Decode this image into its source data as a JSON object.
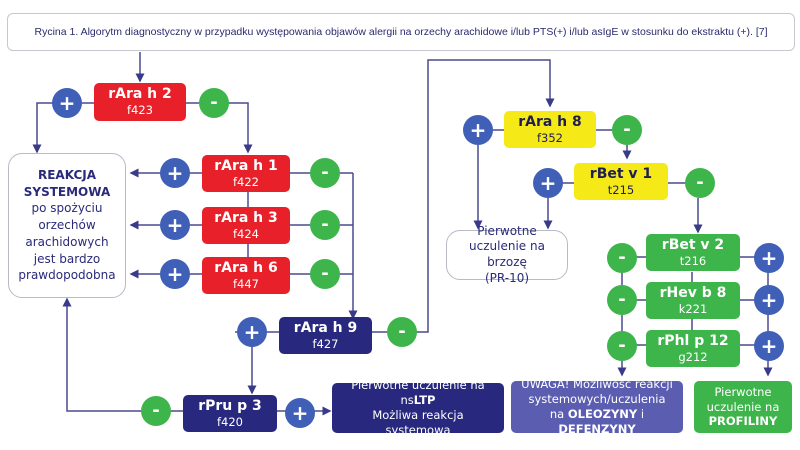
{
  "title": "Rycina 1. Algorytm diagnostyczny w przypadku występowania objawów  alergii na orzechy arachidowe  i/lub PTS(+) i/lub asIgE w stosunku do ekstraktu (+). [7]",
  "signs": {
    "positive": "+",
    "negative": "-"
  },
  "colors": {
    "red": "#e8202a",
    "navy": "#27287e",
    "yellow": "#f5ea18",
    "green": "#3db54a",
    "purple": "#5b5db0",
    "plus_circle": "#4060b8",
    "line": "#3a3a8a"
  },
  "nodes": {
    "rArah2": {
      "name": "rAra h 2",
      "code": "f423"
    },
    "rArah1": {
      "name": "rAra h 1",
      "code": "f422"
    },
    "rArah3": {
      "name": "rAra h 3",
      "code": "f424"
    },
    "rArah6": {
      "name": "rAra h 6",
      "code": "f447"
    },
    "rArah9": {
      "name": "rAra h 9",
      "code": "f427"
    },
    "rPrup3": {
      "name": "rPru p 3",
      "code": "f420"
    },
    "rArah8": {
      "name": "rAra h 8",
      "code": "f352"
    },
    "rBetv1": {
      "name": "rBet v 1",
      "code": "t215"
    },
    "rBetv2": {
      "name": "rBet v 2",
      "code": "t216"
    },
    "rHevb8": {
      "name": "rHev b 8",
      "code": "k221"
    },
    "rPhlp12": {
      "name": "rPhl p 12",
      "code": "g212"
    }
  },
  "outcomes": {
    "systemic": {
      "bold_line1": "REAKCJA",
      "bold_line2": "SYSTEMOWA",
      "line3": "po spożyciu",
      "line4": "orzechów",
      "line5": "arachidowych",
      "line6": "jest bardzo",
      "line7": "prawdopodobna"
    },
    "birch": {
      "line1": "Pierwotne",
      "line2": "uczulenie na brzozę",
      "line3": "(PR-10)"
    },
    "nsltp": {
      "line1": "Pierwotne uczulenie na",
      "line2_prefix": "ns",
      "line2_bold": "LTP",
      "line3": "Możliwa reakcja systemowa"
    },
    "warning": {
      "line1": "UWAGA! Możliwość reakcji",
      "line2": "systemowych/uczulenia",
      "line3_prefix": "na ",
      "line3_bold1": "OLEOZYNY",
      "line3_mid": " i ",
      "line3_bold2": "DEFENZYNY"
    },
    "profilin": {
      "line1": "Pierwotne",
      "line2": "uczulenie na",
      "line3_bold": "PROFILINY"
    }
  }
}
